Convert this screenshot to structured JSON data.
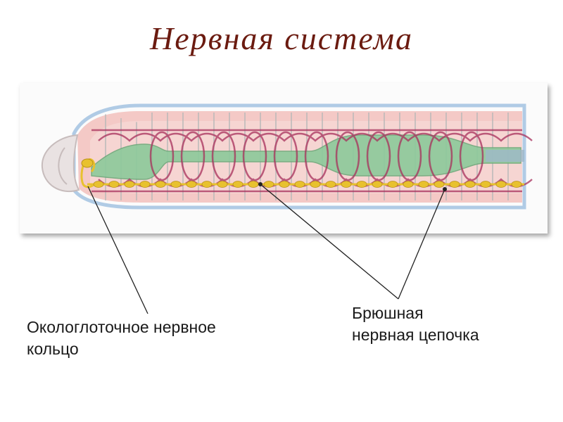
{
  "title": "Нервная система",
  "labels": {
    "ring": {
      "line1": "Окологлоточное нервное",
      "line2": "кольцо"
    },
    "chain": {
      "line1": "Брюшная",
      "line2": "нервная цепочка"
    }
  },
  "colors": {
    "title": "#6b1b10",
    "body_outer": "#f2b8b4",
    "body_blue": "#9ebfe0",
    "gut": "#8cc99a",
    "vessel": "#a8305c",
    "nerve": "#e8c12e",
    "segment": "#c9c9c9"
  }
}
